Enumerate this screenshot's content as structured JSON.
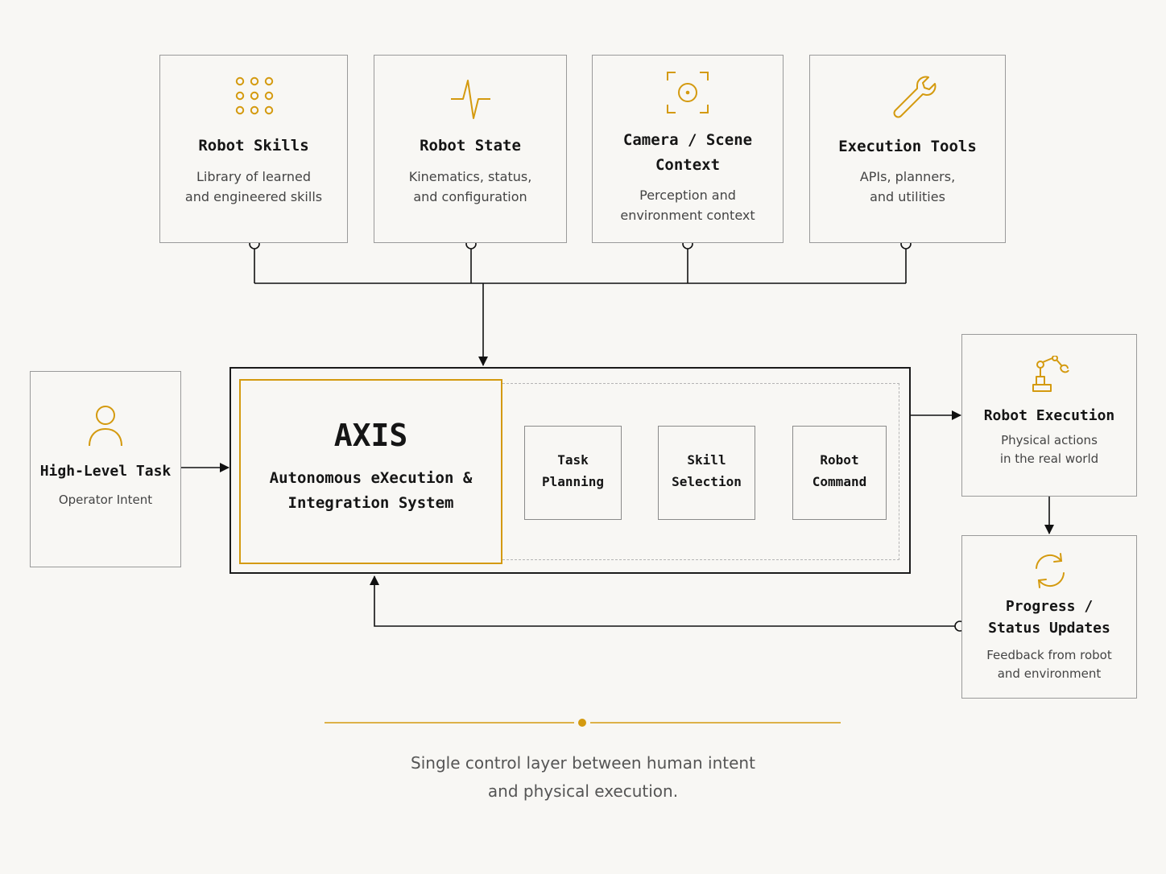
{
  "colors": {
    "accent": "#d49a0f",
    "border": "#9a9a9a",
    "text": "#151515",
    "muted": "#444444",
    "background": "#f8f7f4"
  },
  "top_inputs": [
    {
      "icon": "dot-grid-icon",
      "title": "Robot Skills",
      "desc_line1": "Library of learned",
      "desc_line2": "and engineered skills"
    },
    {
      "icon": "pulse-icon",
      "title": "Robot State",
      "desc_line1": "Kinematics, status,",
      "desc_line2": "and configuration"
    },
    {
      "icon": "camera-focus-icon",
      "title_line1": "Camera / Scene",
      "title_line2": "Context",
      "desc_line1": "Perception and",
      "desc_line2": "environment context"
    },
    {
      "icon": "wrench-icon",
      "title": "Execution Tools",
      "desc_line1": "APIs, planners,",
      "desc_line2": "and utilities"
    }
  ],
  "task": {
    "icon": "person-icon",
    "title": "High-Level Task",
    "desc": "Operator Intent"
  },
  "axis": {
    "name": "AXIS",
    "subtitle_line1": "Autonomous eXecution &",
    "subtitle_line2": "Integration System",
    "pipeline": [
      {
        "line1": "Task",
        "line2": "Planning"
      },
      {
        "line1": "Skill",
        "line2": "Selection"
      },
      {
        "line1": "Robot",
        "line2": "Command"
      }
    ]
  },
  "execution": {
    "icon": "robot-arm-icon",
    "title": "Robot Execution",
    "desc_line1": "Physical actions",
    "desc_line2": "in the real world"
  },
  "progress": {
    "icon": "refresh-icon",
    "title_line1": "Progress /",
    "title_line2": "Status Updates",
    "desc_line1": "Feedback from robot",
    "desc_line2": "and environment"
  },
  "caption": {
    "line1": "Single control layer between human intent",
    "line2": "and physical execution."
  }
}
